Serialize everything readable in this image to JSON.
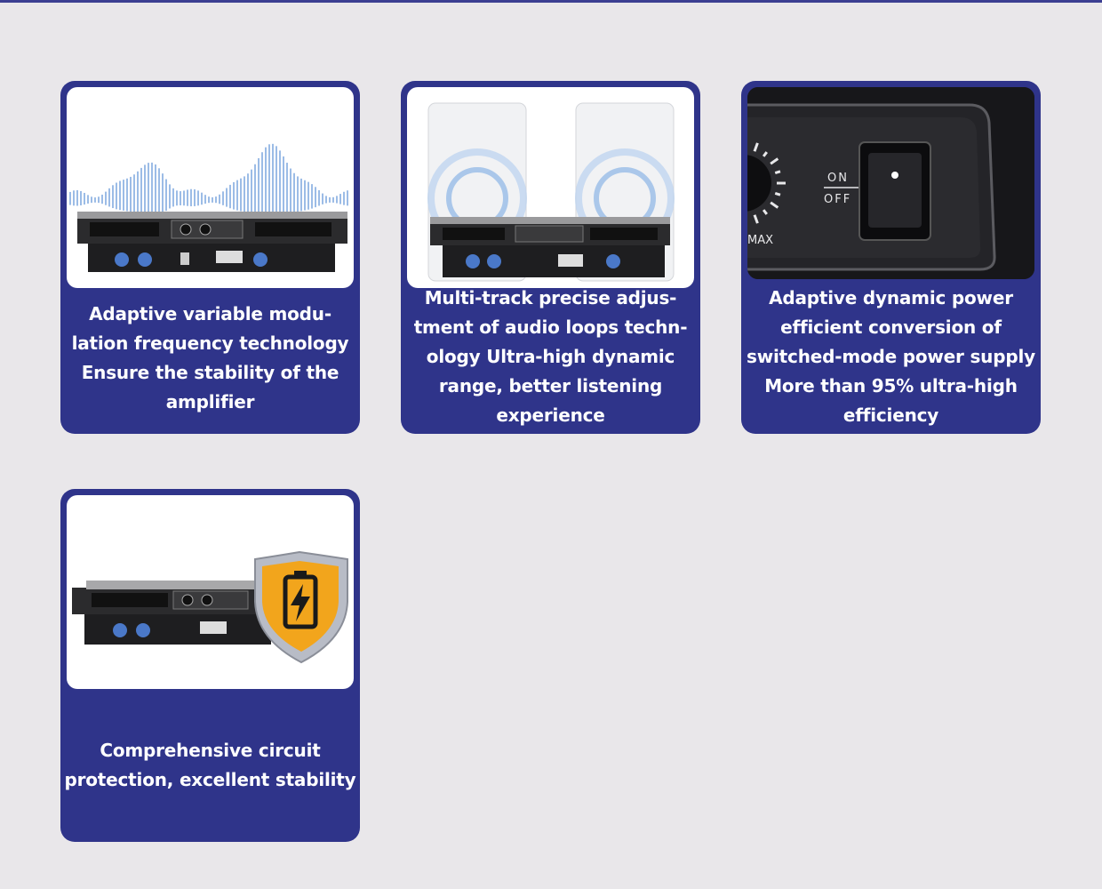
{
  "cards": [
    {
      "lines": [
        "Adaptive variable modu-",
        "lation frequency technology",
        "Ensure the stability of the",
        "amplifier"
      ],
      "image_icon": "amplifier-with-sound-wave"
    },
    {
      "lines": [
        "Multi-track precise adjus-",
        "tment of audio loops techn-",
        "ology Ultra-high dynamic",
        "range, better listening",
        "experience"
      ],
      "image_icon": "speakers-and-amplifier"
    },
    {
      "lines": [
        "Adaptive dynamic power",
        "efficient conversion of",
        "switched-mode power supply",
        "More than 95% ultra-high",
        "efficiency"
      ],
      "image_icon": "power-switch-panel",
      "switch_labels": {
        "on": "ON",
        "off": "OFF",
        "knob": "MAX"
      }
    },
    {
      "lines": [
        "Comprehensive circuit",
        "protection, excellent stability"
      ],
      "image_icon": "amplifier-with-battery-shield"
    }
  ],
  "colors": {
    "card": "#2f348a",
    "background": "#e9e7ea",
    "shield": "#f2a51c"
  }
}
